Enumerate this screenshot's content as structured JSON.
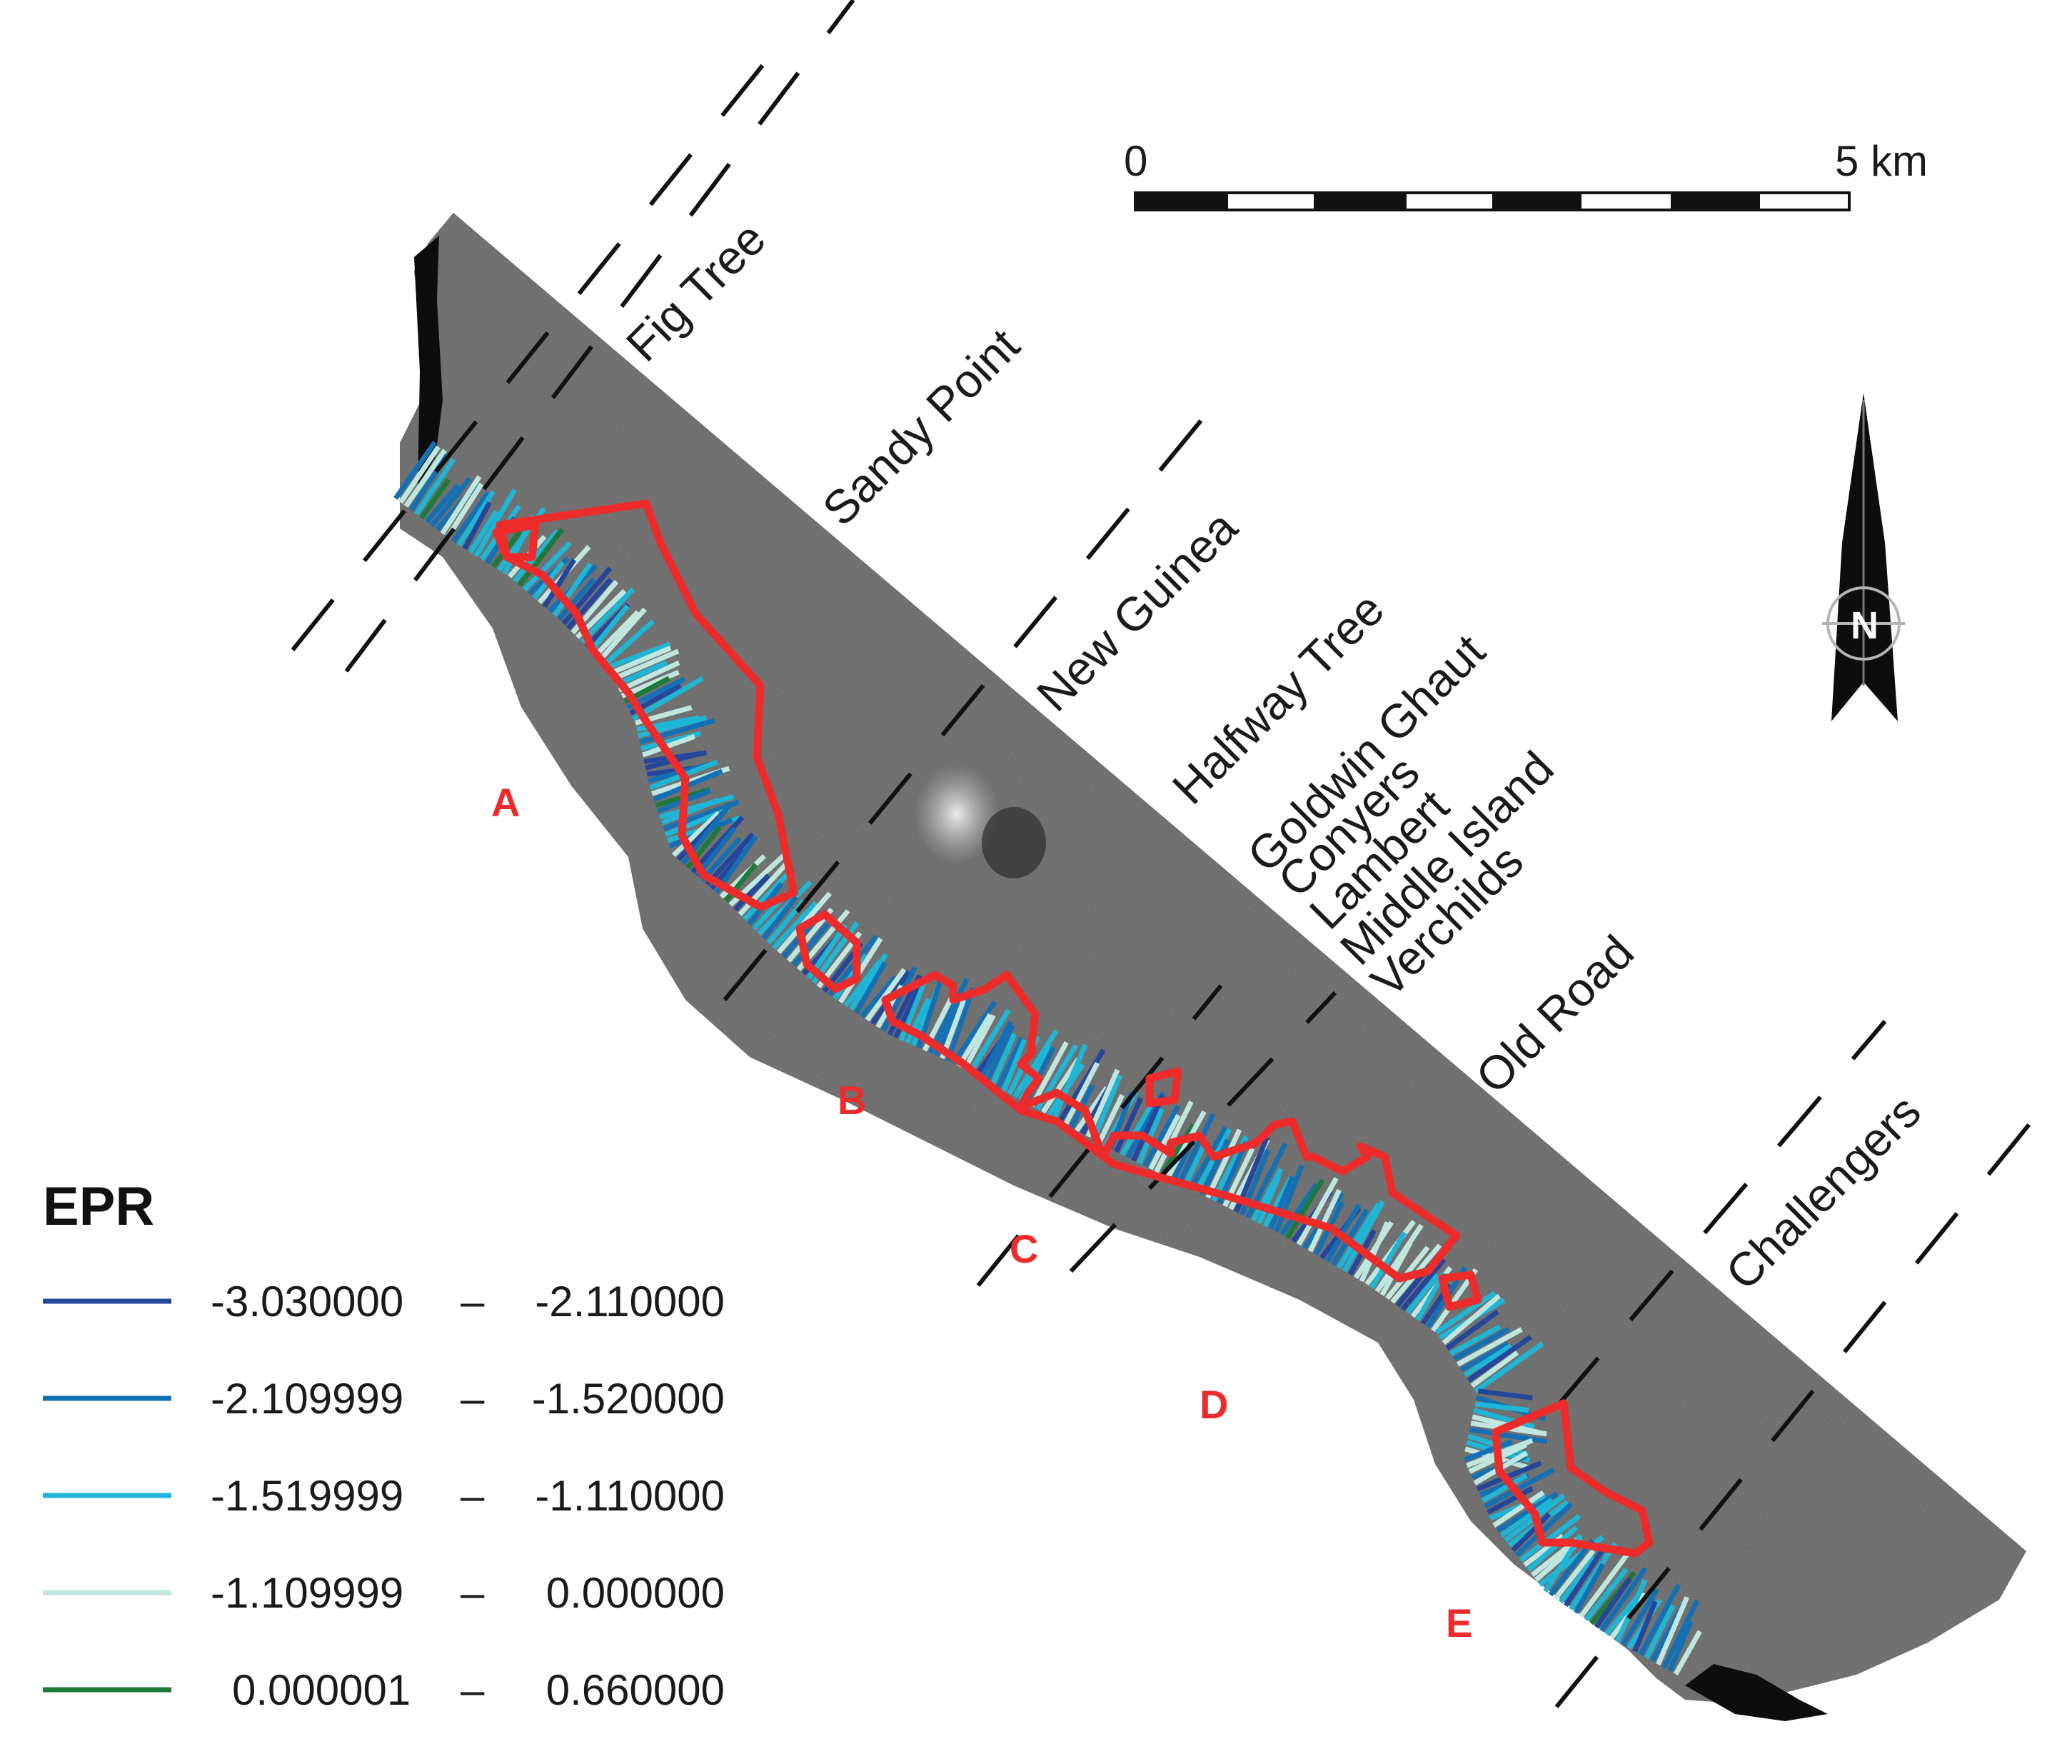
{
  "map": {
    "place_names": [
      "Fig Tree",
      "Sandy Point",
      "New Guinea",
      "Halfway Tree",
      "Goldwin Ghaut",
      "Conyers",
      "Lambert",
      "Middle Island",
      "Verchilds",
      "Old Road",
      "Challengers"
    ],
    "zone_labels": [
      "A",
      "B",
      "C",
      "D",
      "E"
    ],
    "zone_color": "#ee2b2b",
    "imagery_color": "#5e5e5e"
  },
  "scale_bar": {
    "start_label": "0",
    "end_label": "5 km"
  },
  "north_arrow": {
    "label": "N",
    "icon": "north-arrow-icon"
  },
  "legend": {
    "title": "EPR",
    "items": [
      {
        "from": "-3.030000",
        "sep": "–",
        "to": "-2.110000",
        "color": "#24479c"
      },
      {
        "from": "-2.109999",
        "sep": "–",
        "to": "-1.520000",
        "color": "#1470b5"
      },
      {
        "from": "-1.519999",
        "sep": "–",
        "to": "-1.110000",
        "color": "#1db6d6"
      },
      {
        "from": "-1.109999",
        "sep": "–",
        "to": "0.000000",
        "color": "#bfe6df"
      },
      {
        "from": "0.000001",
        "sep": "–",
        "to": "0.660000",
        "color": "#1d7a3a"
      }
    ]
  }
}
